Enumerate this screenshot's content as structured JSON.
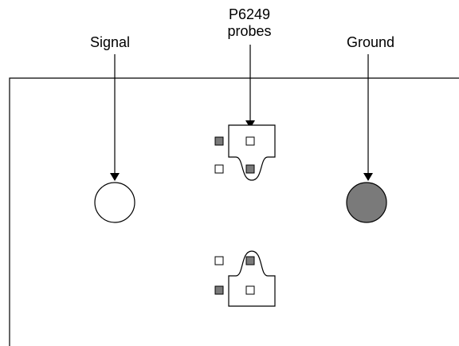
{
  "labels": {
    "signal": "Signal",
    "probes_line1": "P6249",
    "probes_line2": "probes",
    "ground": "Ground"
  },
  "colors": {
    "line": "#000000",
    "background": "#ffffff",
    "ground_fill": "#7a7a7a",
    "pad_dark": "#7a7a7a",
    "pad_light": "#ffffff"
  },
  "icons": {
    "signal_pad": "signal-circle-icon",
    "ground_pad": "ground-circle-icon",
    "probe_tip": "probe-tip-icon",
    "pad_square": "pad-square-icon"
  }
}
